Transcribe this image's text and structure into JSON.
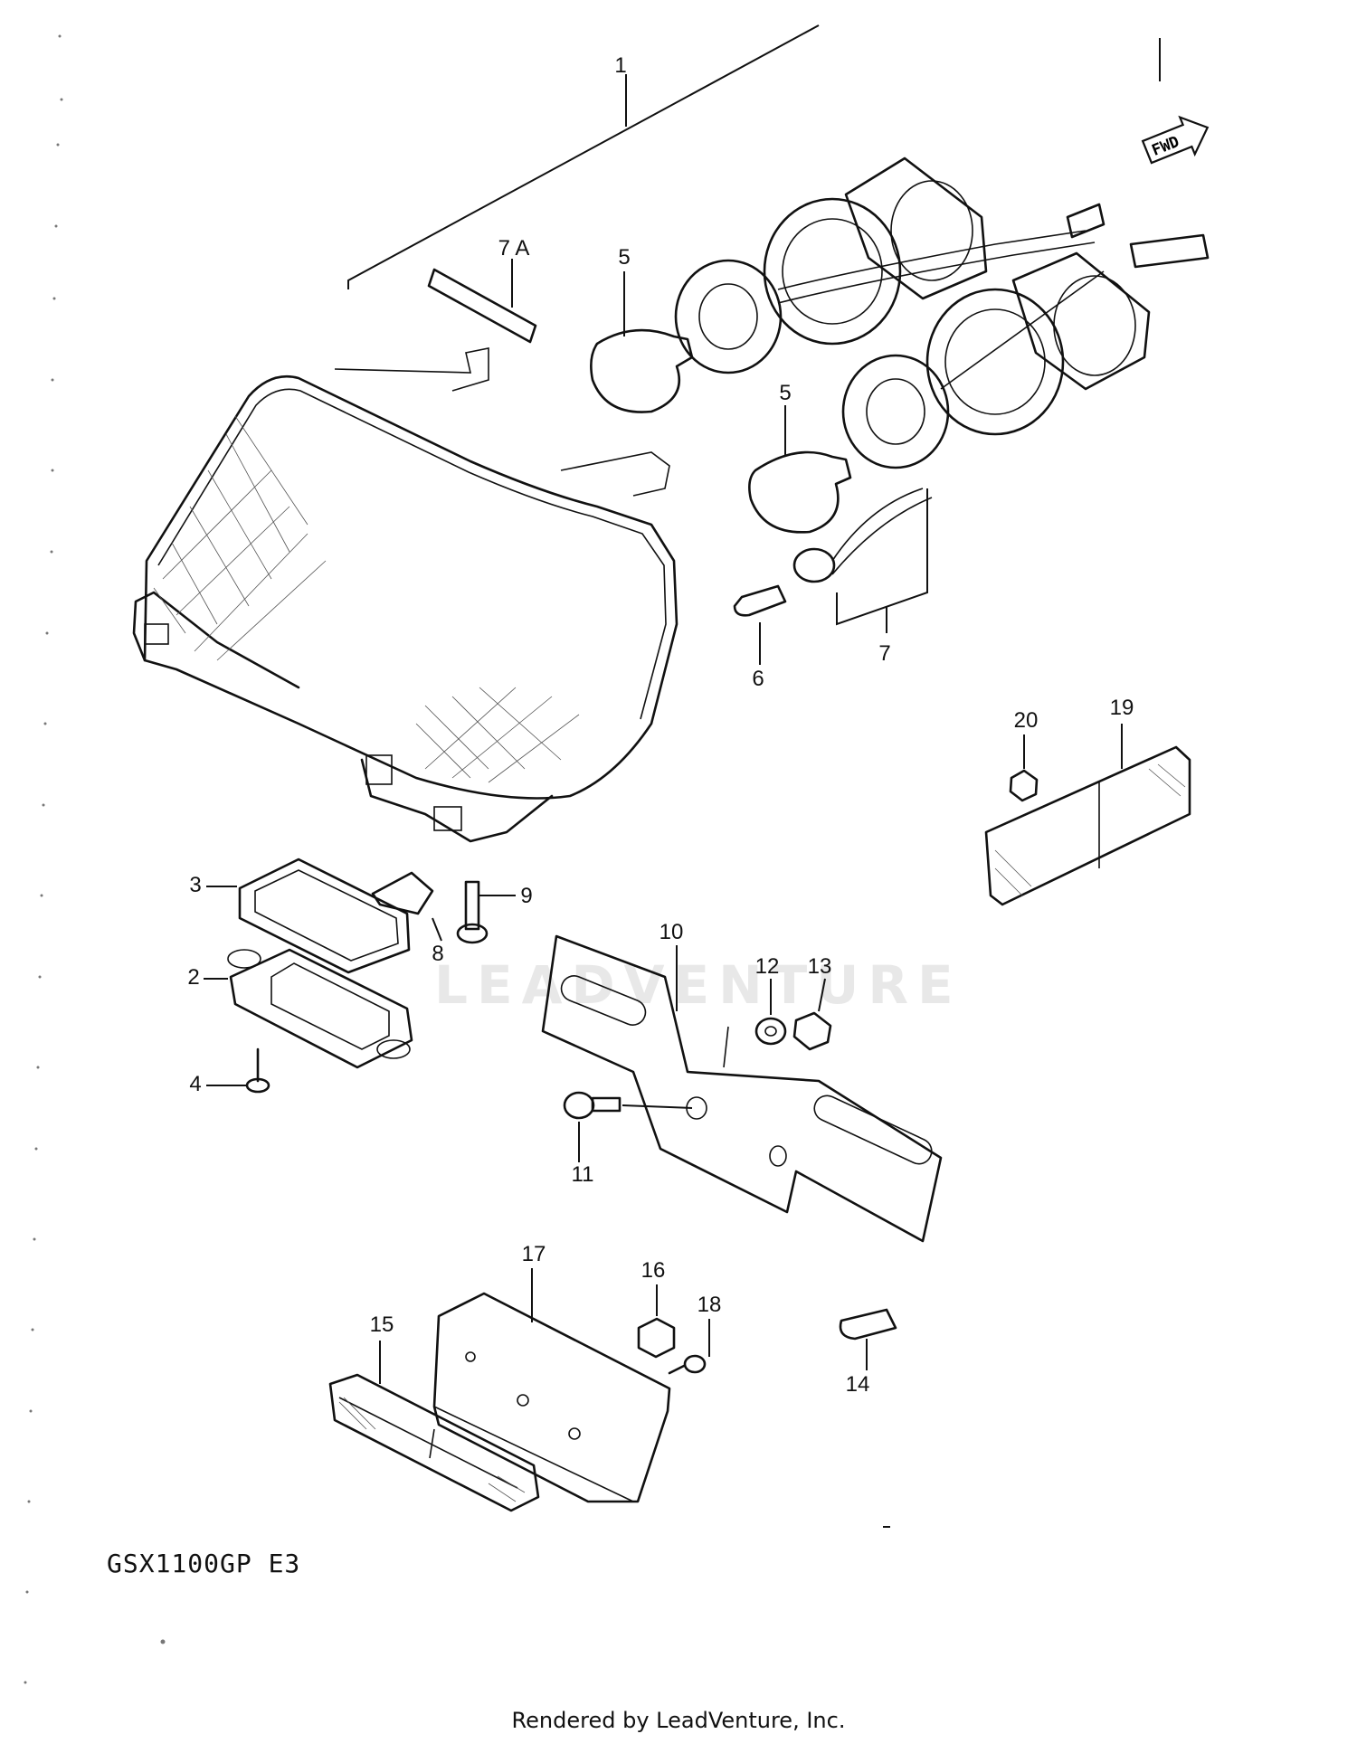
{
  "diagram": {
    "model_code": "GSX1100GP E3",
    "footer": "Rendered by LeadVenture, Inc.",
    "watermark": "LEADVENTURE",
    "forward_marker": "FWD",
    "callouts": [
      {
        "id": "1",
        "label": "1"
      },
      {
        "id": "2",
        "label": "2"
      },
      {
        "id": "3",
        "label": "3"
      },
      {
        "id": "4",
        "label": "4"
      },
      {
        "id": "5a",
        "label": "5"
      },
      {
        "id": "5b",
        "label": "5"
      },
      {
        "id": "6",
        "label": "6"
      },
      {
        "id": "7",
        "label": "7"
      },
      {
        "id": "7A",
        "label": "7 A"
      },
      {
        "id": "8",
        "label": "8"
      },
      {
        "id": "9",
        "label": "9"
      },
      {
        "id": "10",
        "label": "10"
      },
      {
        "id": "11",
        "label": "11"
      },
      {
        "id": "12",
        "label": "12"
      },
      {
        "id": "13",
        "label": "13"
      },
      {
        "id": "14",
        "label": "14"
      },
      {
        "id": "15",
        "label": "15"
      },
      {
        "id": "16",
        "label": "16"
      },
      {
        "id": "17",
        "label": "17"
      },
      {
        "id": "18",
        "label": "18"
      },
      {
        "id": "19",
        "label": "19"
      },
      {
        "id": "20",
        "label": "20"
      }
    ]
  }
}
